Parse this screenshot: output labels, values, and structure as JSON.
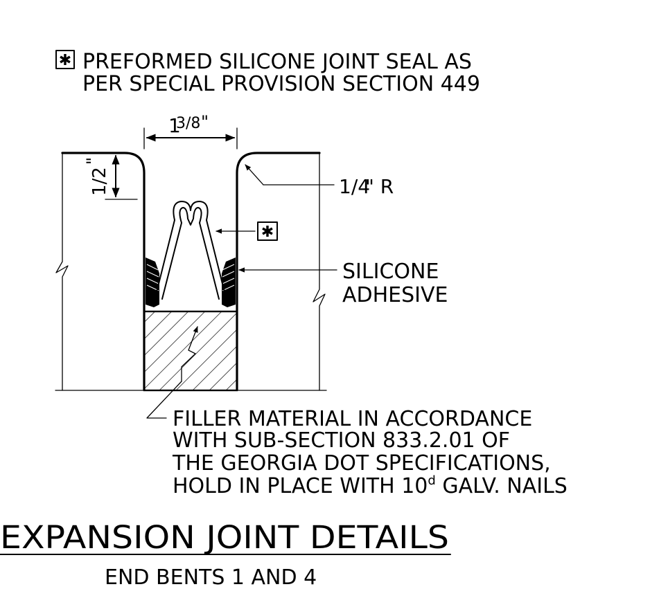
{
  "note": {
    "symbol": "✱",
    "line1": "PREFORMED SILICONE JOINT SEAL AS",
    "line2": "PER SPECIAL PROVISION SECTION 449"
  },
  "dimensions": {
    "gap_whole": "1",
    "gap_frac": "3/8",
    "gap_inch": "\"",
    "depth_frac": "1/2",
    "depth_inch": "\"",
    "radius_frac": "1/4",
    "radius_tail": "\" R"
  },
  "labels": {
    "seal_symbol": "✱",
    "adhesive_line1": "SILICONE",
    "adhesive_line2": "ADHESIVE",
    "filler_line1": "FILLER MATERIAL IN ACCORDANCE",
    "filler_line2": "WITH SUB-SECTION 833.2.01 OF",
    "filler_line3": "THE GEORGIA DOT SPECIFICATIONS,",
    "filler_line4_pre": "HOLD IN PLACE WITH 10",
    "filler_line4_sup": "d",
    "filler_line4_post": " GALV. NAILS"
  },
  "title": {
    "main": "EXPANSION JOINT DETAILS",
    "sub": "END BENTS 1 AND 4"
  }
}
